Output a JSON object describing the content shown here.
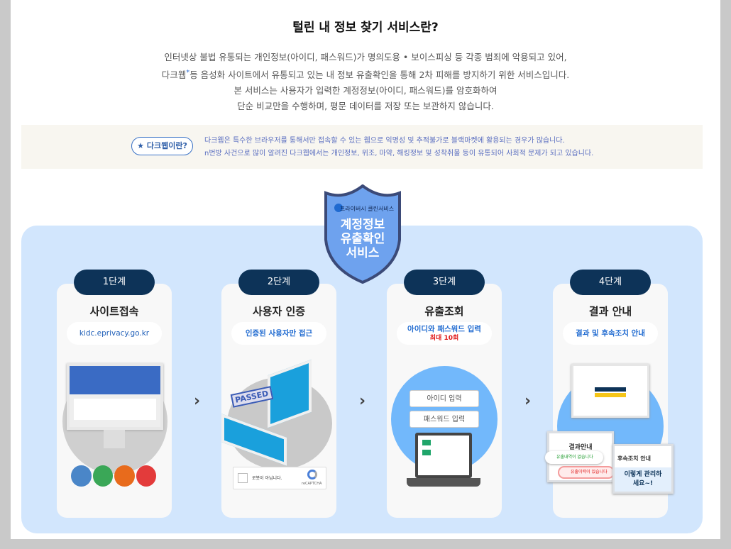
{
  "header": {
    "title": "털린 내 정보 찾기 서비스란?"
  },
  "intro": {
    "line1": "인터넷상 불법 유통되는 개인정보(아이디, 패스워드)가 명의도용 • 보이스피싱 등 각종 범죄에 악용되고 있어,",
    "line2a": "다크웹",
    "line2star": "*",
    "line2b": "등 음성화 사이트에서 유통되고 있는 내 정보 유출확인을 통해 2차 피해를 방지하기 위한 서비스입니다.",
    "line3": "본 서비스는 사용자가 입력한 계정정보(아이디, 패스워드)를 암호화하여",
    "line4": "단순 비교만을 수행하며, 평문 데이터를 저장 또는 보관하지 않습니다."
  },
  "darkweb": {
    "button": "★ 다크웹이란?",
    "line1": "다크웹은 특수한 브라우저를 통해서만 접속할 수 있는 웹으로 익명성 및 추적불가로 블랙마켓에 활용되는 경우가 많습니다.",
    "line2": "n번방 사건으로 많이 알려진 다크웹에서는 개인정보, 위조, 마약, 해킹정보 및 성착취물 등이 유통되어 사회적 문제가 되고 있습니다."
  },
  "badge": {
    "top": "프라이버시 클린서비스",
    "l1": "계정정보",
    "l2": "유출확인",
    "l3": "서비스"
  },
  "steps": [
    {
      "step": "1단계",
      "title": "사이트접속",
      "sub": "kidc.eprivacy.go.kr"
    },
    {
      "step": "2단계",
      "title": "사용자 인증",
      "sub": "인증된 사용자만 접근",
      "captcha": "로봇이 아닙니다.",
      "stamp": "PASSED",
      "recaptcha": "reCAPTCHA"
    },
    {
      "step": "3단계",
      "title": "유출조회",
      "sub": "아이디와 패스워드 입력",
      "sub2": "최대 10회",
      "id_input": "아이디 입력",
      "pw_input": "패스워드 입력"
    },
    {
      "step": "4단계",
      "title": "결과 안내",
      "sub": "결과 및 후속조치 안내",
      "result_title": "결과안내",
      "ok": "유출내역이 없습니다",
      "bad": "유출이력이 있습니다",
      "follow_title": "후속조치 안내",
      "follow_text": "이렇게 관리하세요~!"
    }
  ],
  "colors": {
    "navy": "#0d3358",
    "panel": "#d2e6fd",
    "accent": "#1f6ad0",
    "red": "#e01818"
  }
}
